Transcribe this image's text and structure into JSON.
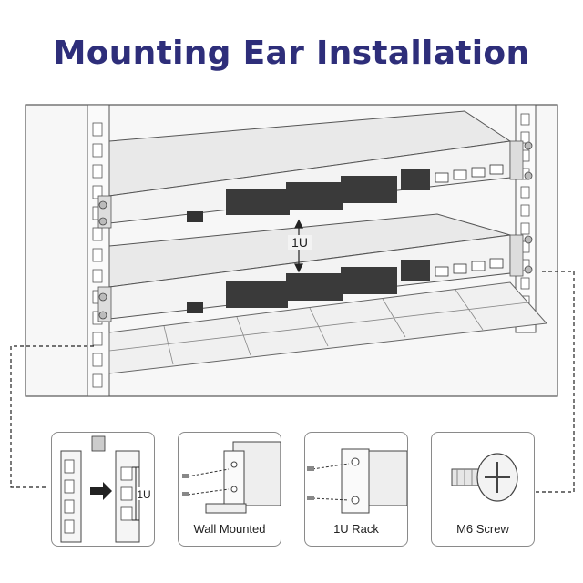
{
  "title": "Mounting Ear Installation",
  "spacing_label": "1U",
  "cards": [
    {
      "id": "rack-detail",
      "label": "",
      "inner_label": "1U"
    },
    {
      "id": "wall-mounted",
      "label": "Wall Mounted"
    },
    {
      "id": "1u-rack",
      "label": "1U Rack"
    },
    {
      "id": "m6-screw",
      "label": "M6 Screw"
    }
  ],
  "colors": {
    "title": "#2e2e7a",
    "line": "#555555",
    "panel": "#f4f4f4"
  }
}
